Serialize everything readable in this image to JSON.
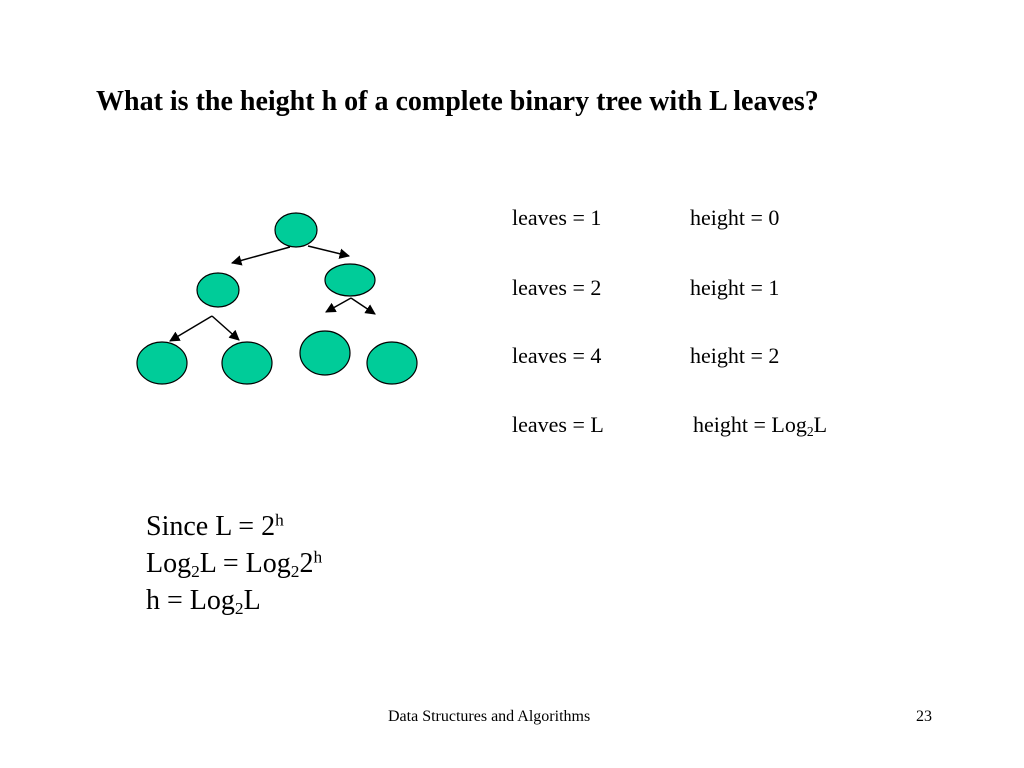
{
  "slide": {
    "title": "What is the height h of a complete binary tree with L leaves?",
    "facts": [
      {
        "leaves": "leaves = 1",
        "height": "height = 0"
      },
      {
        "leaves": "leaves = 2",
        "height": "height = 1"
      },
      {
        "leaves": "leaves = 4",
        "height": "height = 2"
      },
      {
        "leaves": "leaves = L",
        "height_prefix": "height = Log",
        "height_sub": "2",
        "height_suffix": "L"
      }
    ],
    "derivation": {
      "line1": {
        "text": "Since L = 2",
        "sup": "h"
      },
      "line2": {
        "a": "Log",
        "a_sub": "2",
        "b": "L = Log",
        "b_sub": "2",
        "c": "2",
        "c_sup": "h"
      },
      "line3": {
        "a": "h = Log",
        "a_sub": "2",
        "b": "L"
      }
    },
    "footer": {
      "course": "Data Structures and Algorithms",
      "page": "23"
    },
    "tree": {
      "node_color": "#00CC99",
      "outline_color": "#000000"
    }
  }
}
